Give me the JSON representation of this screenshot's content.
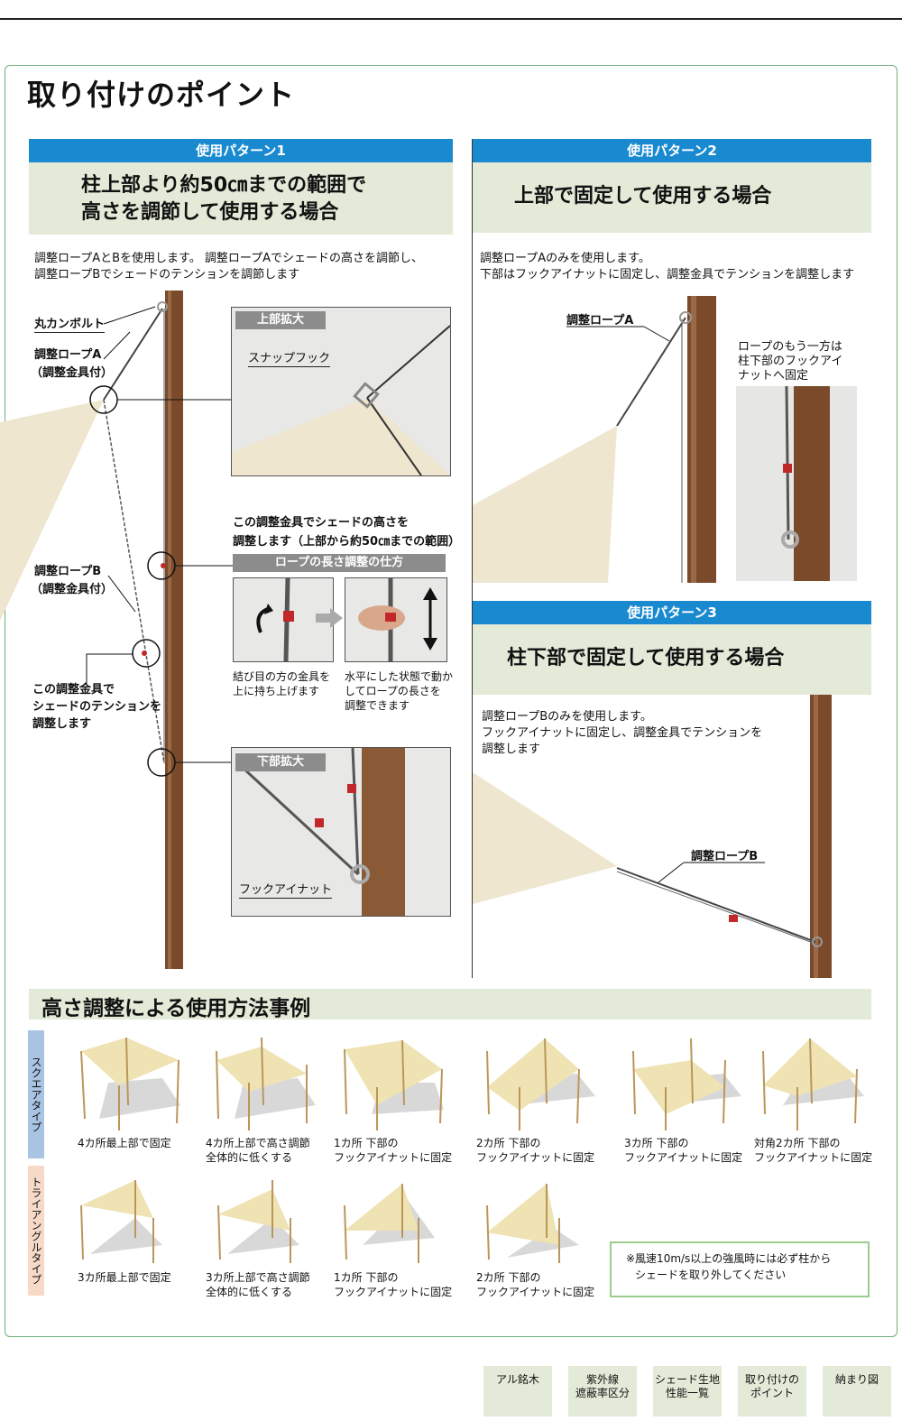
{
  "title": "取り付けのポイント",
  "pattern1": {
    "header": "使用パターン1",
    "title_line1": "柱上部より約50㎝までの範囲で",
    "title_line2": "高さを調節して使用する場合",
    "desc_line1": "調整ロープAとBを使用します。 調整ロープAでシェードの高さを調節し、",
    "desc_line2": "調整ロープBでシェードのテンションを調節します",
    "label_bolt": "丸カンボルト",
    "label_ropeA": "調整ロープA",
    "label_ropeA_sub": "（調整金具付）",
    "label_ropeB": "調整ロープB",
    "label_ropeB_sub": "（調整金具付）",
    "label_tension_1": "この調整金具で",
    "label_tension_2": "シェードのテンションを",
    "label_tension_3": "調整します",
    "top_zoom": "上部拡大",
    "snap_hook": "スナップフック",
    "height_note_1": "この調整金具でシェードの高さを",
    "height_note_2": "調整します（上部から約50㎝までの範囲）",
    "rope_method": "ロープの長さ調整の仕方",
    "step1_1": "結び目の方の金具を",
    "step1_2": "上に持ち上げます",
    "step2_1": "水平にした状態で動か",
    "step2_2": "してロープの長さを",
    "step2_3": "調整できます",
    "bottom_zoom": "下部拡大",
    "hook_eye_nut": "フックアイナット"
  },
  "pattern2": {
    "header": "使用パターン2",
    "title": "上部で固定して使用する場合",
    "desc_line1": "調整ロープAのみを使用します。",
    "desc_line2": "下部はフックアイナットに固定し、調整金具でテンションを調整します",
    "label_ropeA": "調整ロープA",
    "note_1": "ロープのもう一方は",
    "note_2": "柱下部のフックアイ",
    "note_3": "ナットへ固定"
  },
  "pattern3": {
    "header": "使用パターン3",
    "title": "柱下部で固定して使用する場合",
    "desc_line1": "調整ロープBのみを使用します。",
    "desc_line2": "フックアイナットに固定し、調整金具でテンションを",
    "desc_line3": "調整します",
    "label_ropeB": "調整ロープB"
  },
  "examples": {
    "title": "高さ調整による使用方法事例",
    "square_tag": "スクエアタイプ",
    "triangle_tag": "トライアングルタイプ",
    "square": [
      {
        "l1": "4カ所最上部で固定",
        "l2": ""
      },
      {
        "l1": "4カ所上部で高さ調節",
        "l2": "全体的に低くする"
      },
      {
        "l1": "1カ所 下部の",
        "l2": "フックアイナットに固定"
      },
      {
        "l1": "2カ所 下部の",
        "l2": "フックアイナットに固定"
      },
      {
        "l1": "3カ所 下部の",
        "l2": "フックアイナットに固定"
      },
      {
        "l1": "対角2カ所 下部の",
        "l2": "フックアイナットに固定"
      }
    ],
    "triangle": [
      {
        "l1": "3カ所最上部で固定",
        "l2": ""
      },
      {
        "l1": "3カ所上部で高さ調節",
        "l2": "全体的に低くする"
      },
      {
        "l1": "1カ所 下部の",
        "l2": "フックアイナットに固定"
      },
      {
        "l1": "2カ所 下部の",
        "l2": "フックアイナットに固定"
      }
    ],
    "note_1": "※風速10m/s以上の強風時には必ず柱から",
    "note_2": "シェードを取り外してください"
  },
  "nav": [
    {
      "l1": "アル銘木",
      "l2": ""
    },
    {
      "l1": "紫外線",
      "l2": "遮蔽率区分"
    },
    {
      "l1": "シェード生地",
      "l2": "性能一覧"
    },
    {
      "l1": "取り付けの",
      "l2": "ポイント"
    },
    {
      "l1": "納まり図",
      "l2": ""
    }
  ],
  "colors": {
    "accent": "#1a8ad0",
    "panel": "#e3ead8",
    "frame": "#6fb07a",
    "fabric": "#eee6cf",
    "wood": "#7a4a2a"
  }
}
